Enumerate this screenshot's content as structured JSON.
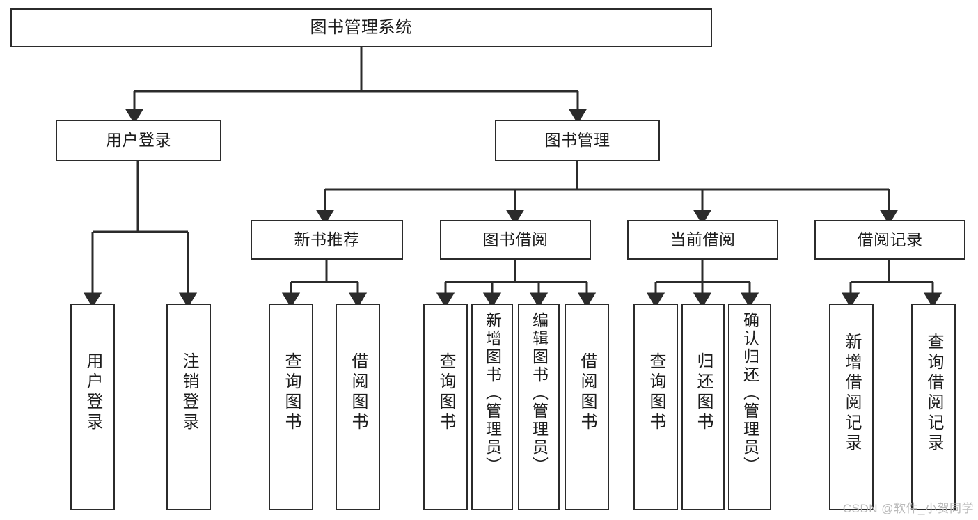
{
  "diagram": {
    "type": "tree-hierarchy-chart",
    "title": "图书管理系统",
    "background_color": "#ffffff",
    "line_color": "#2b2b2b",
    "text_color": "#1c1c1c"
  },
  "watermark": {
    "text": "CSDN @软件_小贺同学",
    "color": "#b9b9b9"
  },
  "nodes": {
    "root": {
      "label": "图书管理系统"
    },
    "level1": [
      {
        "id": "user-login",
        "label": "用户登录"
      },
      {
        "id": "book-manage",
        "label": "图书管理"
      }
    ],
    "level2": [
      {
        "id": "new-book-recommend",
        "label": "新书推荐"
      },
      {
        "id": "book-borrow",
        "label": "图书借阅"
      },
      {
        "id": "current-borrow",
        "label": "当前借阅"
      },
      {
        "id": "borrow-record",
        "label": "借阅记录"
      }
    ],
    "leaves": {
      "user_login": [
        {
          "id": "leaf-user-login",
          "label": "用户登录"
        },
        {
          "id": "leaf-user-logout",
          "label": "注销登录"
        }
      ],
      "new_book_recommend": [
        {
          "id": "leaf-query-book-1",
          "label": "查询图书"
        },
        {
          "id": "leaf-borrow-book-1",
          "label": "借阅图书"
        }
      ],
      "book_borrow": [
        {
          "id": "leaf-query-book-2",
          "label": "查询图书"
        },
        {
          "id": "leaf-add-book",
          "label": "新增图书（管理员）"
        },
        {
          "id": "leaf-edit-book",
          "label": "编辑图书（管理员）"
        },
        {
          "id": "leaf-borrow-book-2",
          "label": "借阅图书"
        }
      ],
      "current_borrow": [
        {
          "id": "leaf-query-book-3",
          "label": "查询图书"
        },
        {
          "id": "leaf-return-book",
          "label": "归还图书"
        },
        {
          "id": "leaf-confirm-return",
          "label": "确认归还（管理员）"
        }
      ],
      "borrow_record": [
        {
          "id": "leaf-add-record",
          "label": "新增借阅记录"
        },
        {
          "id": "leaf-query-record",
          "label": "查询借阅记录"
        }
      ]
    }
  }
}
